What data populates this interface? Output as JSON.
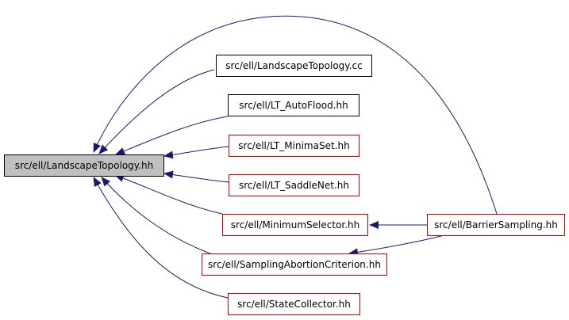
{
  "diagram": {
    "root": {
      "label": "src/ell/LandscapeTopology.hh"
    },
    "nodes": {
      "landscape_cc": {
        "label": "src/ell/LandscapeTopology.cc",
        "border": "#000000"
      },
      "autoflood": {
        "label": "src/ell/LT_AutoFlood.hh",
        "border": "#000000"
      },
      "minimaset": {
        "label": "src/ell/LT_MinimaSet.hh",
        "border": "#d00000"
      },
      "saddlenet": {
        "label": "src/ell/LT_SaddleNet.hh",
        "border": "#d00000"
      },
      "minselector": {
        "label": "src/ell/MinimumSelector.hh",
        "border": "#d00000"
      },
      "abortion": {
        "label": "src/ell/SamplingAbortionCriterion.hh",
        "border": "#d00000"
      },
      "statecollector": {
        "label": "src/ell/StateCollector.hh",
        "border": "#d00000"
      },
      "barrier": {
        "label": "src/ell/BarrierSampling.hh",
        "border": "#d00000"
      }
    },
    "colors": {
      "edge": "#191970",
      "root_fill": "#bfbfbf"
    }
  }
}
